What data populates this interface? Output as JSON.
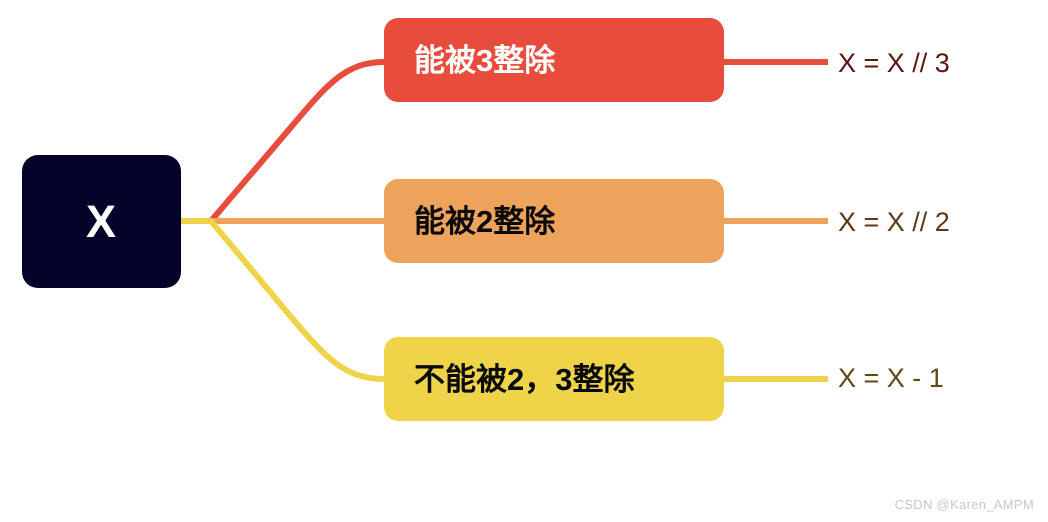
{
  "diagram": {
    "type": "mind-map",
    "background": "#ffffff",
    "root": {
      "label": "X",
      "fill": "#04042a",
      "text_color": "#ffffff"
    },
    "branches": [
      {
        "id": "div3",
        "box_label": "能被3整除",
        "box_fill": "#e74c3c",
        "box_text_color": "#ffffff",
        "edge_color": "#e74c3c",
        "result_label": "X = X // 3",
        "result_text_color": "#5e1410"
      },
      {
        "id": "div2",
        "box_label": "能被2整除",
        "box_fill": "#eda35b",
        "box_text_color": "#0a0a0a",
        "edge_color": "#eda35b",
        "result_label": "X = X // 2",
        "result_text_color": "#5c3a14"
      },
      {
        "id": "div-none",
        "box_label": "不能被2，3整除",
        "box_fill": "#efd44a",
        "box_text_color": "#0a0a0a",
        "edge_color": "#efd44a",
        "result_label": "X = X - 1",
        "result_text_color": "#5c4b14"
      }
    ],
    "watermark": "CSDN @Karen_AMPM"
  }
}
